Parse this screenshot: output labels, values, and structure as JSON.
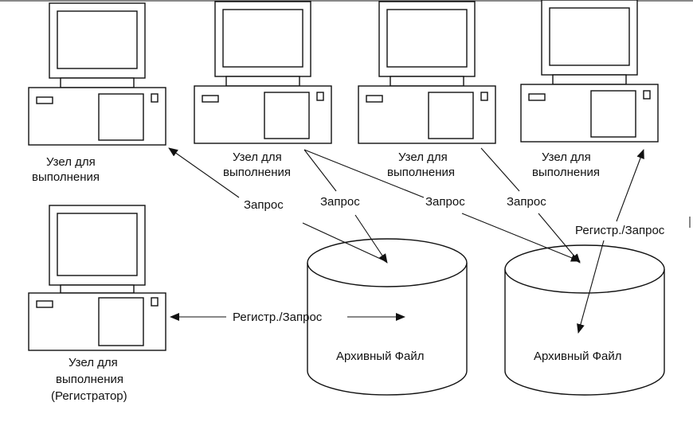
{
  "nodes": [
    {
      "label_line1": "Узел для",
      "label_line2": "выполнения",
      "label_line3": ""
    },
    {
      "label_line1": "Узел для",
      "label_line2": "выполнения",
      "label_line3": ""
    },
    {
      "label_line1": "Узел для",
      "label_line2": "выполнения",
      "label_line3": ""
    },
    {
      "label_line1": "Узел для",
      "label_line2": "выполнения",
      "label_line3": ""
    },
    {
      "label_line1": "Узел для",
      "label_line2": "выполнения",
      "label_line3": "(Регистратор)"
    }
  ],
  "archives": [
    {
      "label": "Архивный Файл"
    },
    {
      "label": "Архивный Файл"
    }
  ],
  "edges": {
    "request_1": "Запрос",
    "request_2": "Запрос",
    "request_3": "Запрос",
    "request_4": "Запрос",
    "register_request_left": "Регистр./Запрос",
    "register_request_right": "Регистр./Запрос"
  },
  "colors": {
    "stroke": "#111111",
    "background": "#ffffff"
  }
}
